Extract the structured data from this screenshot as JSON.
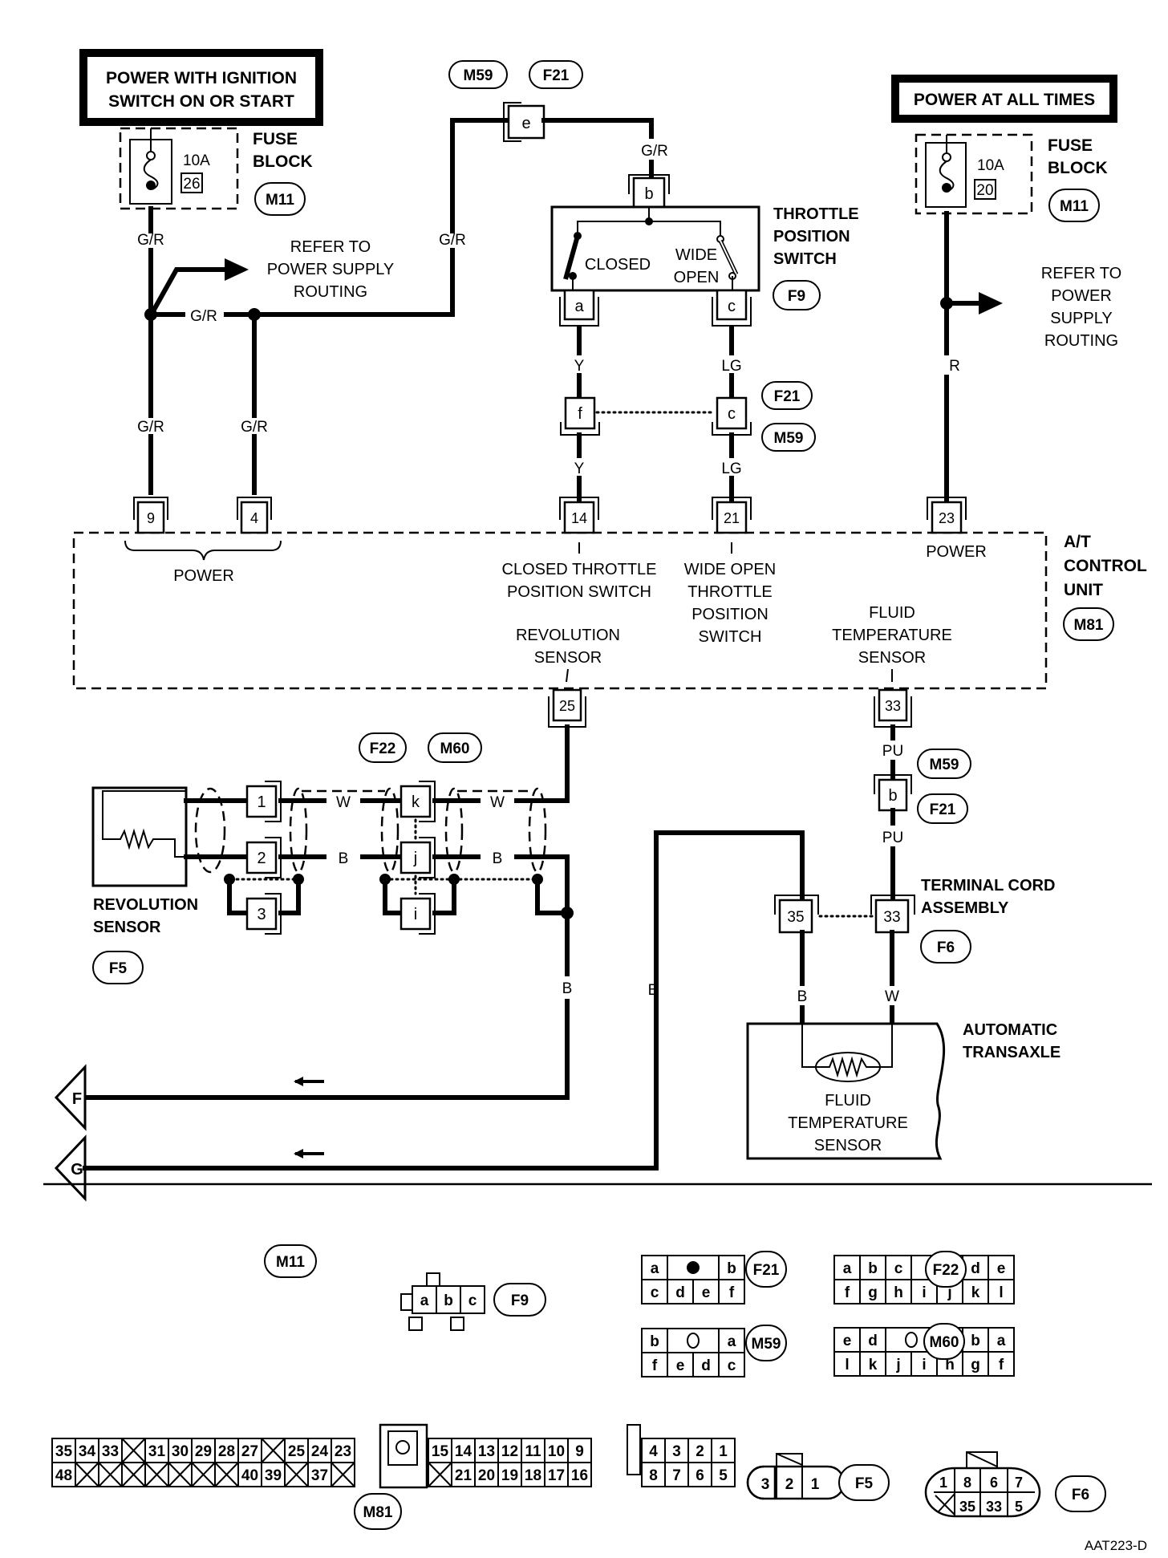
{
  "header_boxes": {
    "ignition": [
      "POWER WITH IGNITION",
      "SWITCH ON OR START"
    ],
    "always": "POWER AT ALL TIMES"
  },
  "fuse_left": {
    "rating": "10A",
    "number": "26",
    "label": [
      "FUSE",
      "BLOCK"
    ],
    "connector": "M11"
  },
  "fuse_right": {
    "rating": "10A",
    "number": "20",
    "label": [
      "FUSE",
      "BLOCK"
    ],
    "connector": "M11"
  },
  "refer_left": [
    "REFER TO",
    "POWER SUPPLY",
    "ROUTING"
  ],
  "refer_right": [
    "REFER TO",
    "POWER",
    "SUPPLY",
    "ROUTING"
  ],
  "wire_colors": {
    "gr": "G/R",
    "y": "Y",
    "lg": "LG",
    "r": "R",
    "pu": "PU",
    "w": "W",
    "b": "B"
  },
  "top_connectors": {
    "m59": "M59",
    "f21": "F21",
    "pin_e": "e"
  },
  "throttle_switch": {
    "title": [
      "THROTTLE",
      "POSITION",
      "SWITCH"
    ],
    "connector": "F9",
    "pin_b": "b",
    "pin_a": "a",
    "pin_c": "c",
    "closed_label": "CLOSED",
    "wide_open_label": [
      "WIDE",
      "OPEN"
    ]
  },
  "mid_connectors": {
    "pin_f": "f",
    "pin_c": "c",
    "f21": "F21",
    "m59": "M59"
  },
  "control_unit": {
    "title": [
      "A/T",
      "CONTROL",
      "UNIT"
    ],
    "connector": "M81",
    "pins_top": [
      "9",
      "4",
      "14",
      "21",
      "23"
    ],
    "pins_bottom": [
      "25",
      "33"
    ],
    "power_left": "POWER",
    "power_right": "POWER",
    "closed_tps": [
      "CLOSED THROTTLE",
      "POSITION SWITCH"
    ],
    "wide_tps": [
      "WIDE OPEN",
      "THROTTLE",
      "POSITION",
      "SWITCH"
    ],
    "rev_sensor": [
      "REVOLUTION",
      "SENSOR"
    ],
    "fluid_sensor": [
      "FLUID",
      "TEMPERATURE",
      "SENSOR"
    ]
  },
  "revolution_sensor": {
    "label": [
      "REVOLUTION",
      "SENSOR"
    ],
    "connector": "F5",
    "pins": [
      "1",
      "2",
      "3"
    ],
    "joint_pins": [
      "k",
      "j",
      "i"
    ],
    "joint_connectors": [
      "F22",
      "M60"
    ]
  },
  "fluid_path": {
    "pin_b": "b",
    "m59": "M59",
    "f21": "F21",
    "terminal_label": [
      "TERMINAL CORD",
      "ASSEMBLY"
    ],
    "terminal_connector": "F6",
    "pins": [
      "35",
      "33"
    ]
  },
  "transaxle": {
    "label": [
      "AUTOMATIC",
      "TRANSAXLE"
    ],
    "sensor": [
      "FLUID",
      "TEMPERATURE",
      "SENSOR"
    ]
  },
  "off_page": {
    "f": "F",
    "g": "G"
  },
  "connector_views": {
    "m11": "M11",
    "f9": {
      "name": "F9",
      "pins": [
        "a",
        "b",
        "c"
      ]
    },
    "f21": {
      "name": "F21",
      "top": [
        "a",
        "",
        "b"
      ],
      "bottom": [
        "c",
        "d",
        "e",
        "f"
      ]
    },
    "m59": {
      "name": "M59",
      "top": [
        "b",
        "",
        "a"
      ],
      "bottom": [
        "f",
        "e",
        "d",
        "c"
      ]
    },
    "f22": {
      "name": "F22",
      "top": [
        "a",
        "b",
        "c",
        "",
        "d",
        "e"
      ],
      "bottom": [
        "f",
        "g",
        "h",
        "i",
        "j",
        "k",
        "l"
      ]
    },
    "m60": {
      "name": "M60",
      "top": [
        "e",
        "d",
        "",
        "c",
        "b",
        "a"
      ],
      "bottom": [
        "l",
        "k",
        "j",
        "i",
        "h",
        "g",
        "f"
      ]
    },
    "m81": {
      "name": "M81",
      "left_top": [
        "35",
        "34",
        "33",
        "X",
        "31",
        "30",
        "29",
        "28",
        "27",
        "X",
        "25",
        "24",
        "23"
      ],
      "left_bottom": [
        "48",
        "X",
        "X",
        "X",
        "X",
        "X",
        "X",
        "X",
        "40",
        "39",
        "X",
        "37",
        "X"
      ],
      "mid_top": [
        "15",
        "14",
        "13",
        "12",
        "11",
        "10",
        "9"
      ],
      "mid_bottom": [
        "X",
        "21",
        "20",
        "19",
        "18",
        "17",
        "16"
      ],
      "right_top": [
        "4",
        "3",
        "2",
        "1"
      ],
      "right_bottom": [
        "8",
        "7",
        "6",
        "5"
      ]
    },
    "f5": {
      "name": "F5",
      "pins": [
        "3",
        "2",
        "1"
      ]
    },
    "f6": {
      "name": "F6",
      "top": [
        "1",
        "8",
        "6",
        "7"
      ],
      "bottom": [
        "X",
        "35",
        "33",
        "5"
      ]
    }
  },
  "figure_id": "AAT223-D"
}
